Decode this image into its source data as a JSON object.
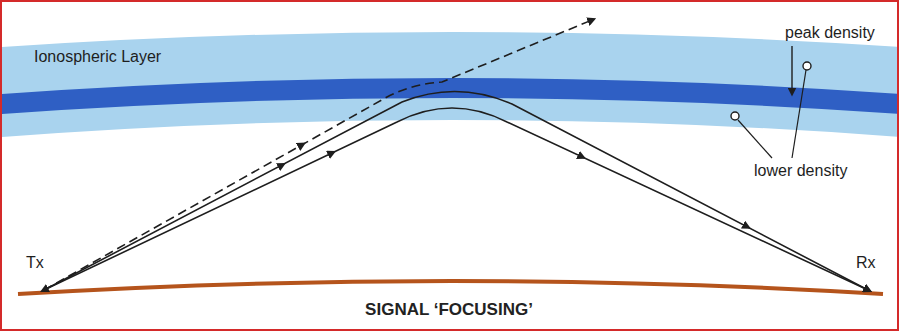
{
  "diagram": {
    "labels": [
      "Ionospheric Layer",
      "peak density",
      "lower density",
      "Tx",
      "Rx",
      "SIGNAL ‘FOCUSING’"
    ]
  }
}
